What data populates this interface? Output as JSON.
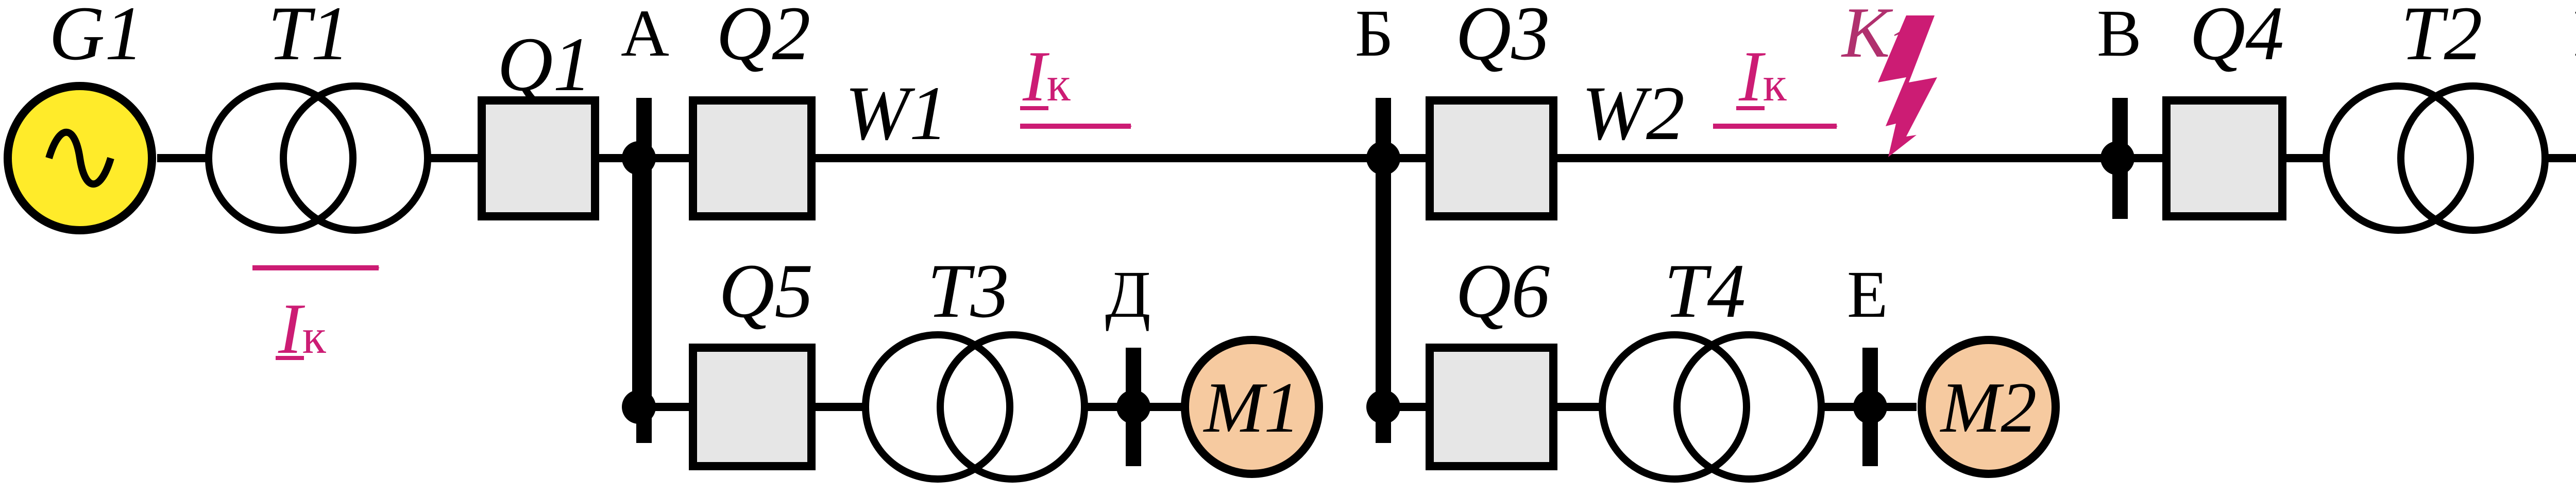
{
  "colors": {
    "line": "#000000",
    "generator_fill": "#ffeb2a",
    "motor_fill": "#f6caa0",
    "breaker_fill": "#e6e6e6",
    "current_arrow": "#cc1c74",
    "fault_text": "#b0306e"
  },
  "elements": {
    "generator": "G1",
    "transformer_1": "T1",
    "transformer_2": "T2",
    "transformer_3": "T3",
    "transformer_4": "T4",
    "breaker_1": "Q1",
    "breaker_2": "Q2",
    "breaker_3": "Q3",
    "breaker_4": "Q4",
    "breaker_5": "Q5",
    "breaker_6": "Q6",
    "line_1": "W1",
    "line_2": "W2",
    "motor_1": "M1",
    "motor_2": "M2"
  },
  "buses": {
    "a": "А",
    "b": "Б",
    "v": "В",
    "g": "Г",
    "d": "Д",
    "e": "Е"
  },
  "currents": {
    "symbol": "I",
    "subscript": "к"
  },
  "fault": {
    "symbol": "K",
    "subscript": "1",
    "icon": "lightning-bolt-icon"
  },
  "icons": {
    "generator": "sine-wave-icon"
  }
}
